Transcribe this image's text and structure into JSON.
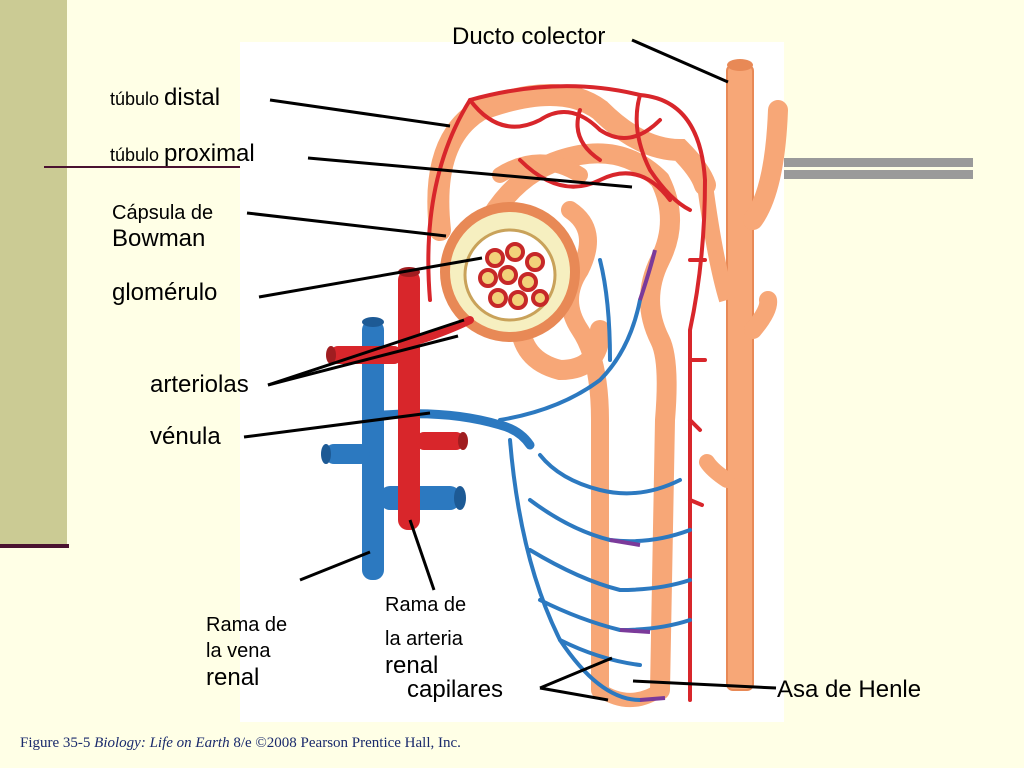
{
  "labels": {
    "ducto_colector": "Ducto colector",
    "tubulo_distal_a": "túbulo ",
    "tubulo_distal_b": "distal",
    "tubulo_proximal_a": "túbulo ",
    "tubulo_proximal_b": "proximal",
    "capsula_1": "Cápsula de",
    "capsula_2": "Bowman",
    "glomerulo": "glomérulo",
    "arteriolas": "arteriolas",
    "venula": "vénula",
    "vena_1": "Rama de",
    "vena_2": "la vena",
    "vena_3": "renal",
    "arteria_1": "Rama de",
    "arteria_2": "la arteria",
    "arteria_3": "renal",
    "capilares": "capilares",
    "asa_henle": "Asa de Henle"
  },
  "caption": {
    "fig": "Figure 35-5 ",
    "book": "Biology: Life on Earth",
    "rest": " 8/e  ©2008 Pearson Prentice Hall, Inc."
  },
  "colors": {
    "background": "#ffffe6",
    "side_band": "#cbcb94",
    "artery": "#d8262b",
    "vein": "#2c79c0",
    "tubule": "#f7a777",
    "tubule_dark": "#e88956",
    "transition": "#7b3a9a"
  }
}
